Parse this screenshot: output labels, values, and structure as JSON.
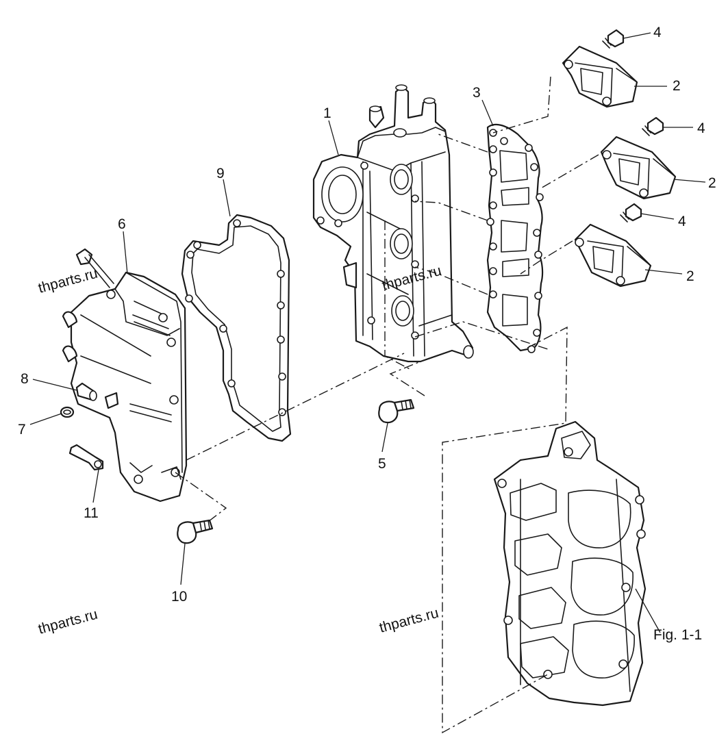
{
  "callouts": {
    "c1": "1",
    "c2a": "2",
    "c2b": "2",
    "c2c": "2",
    "c3": "3",
    "c4a": "4",
    "c4b": "4",
    "c4c": "4",
    "c5": "5",
    "c6": "6",
    "c7": "7",
    "c8": "8",
    "c9": "9",
    "c10": "10",
    "c11": "11"
  },
  "figure_reference": "Fig. 1-1",
  "watermarks": [
    "thparts.ru",
    "thparts.ru",
    "thparts.ru",
    "thparts.ru"
  ]
}
